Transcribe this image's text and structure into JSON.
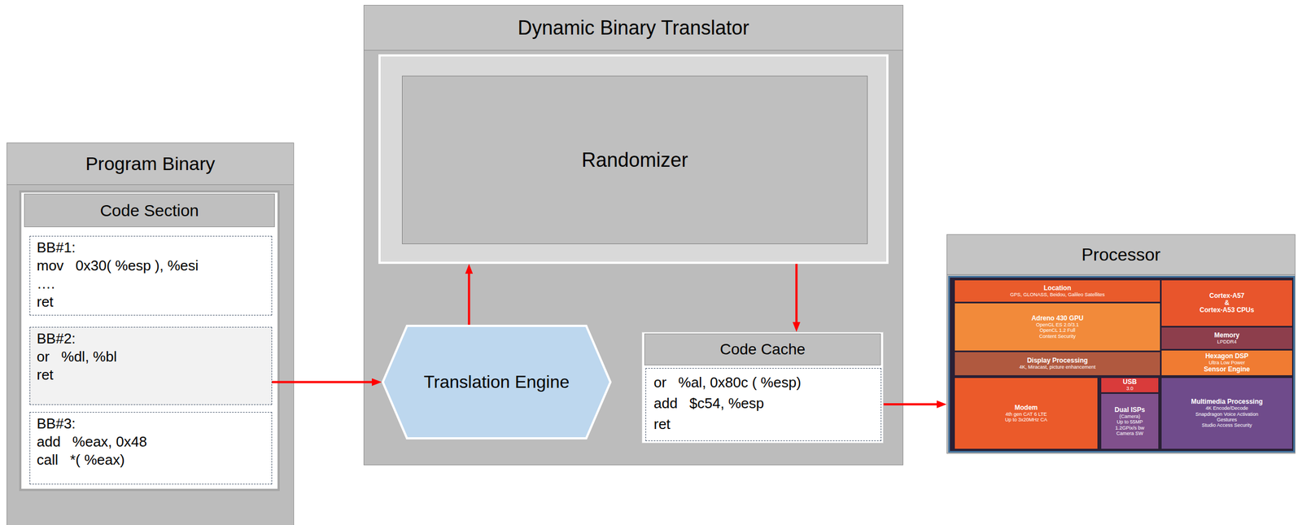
{
  "diagram": {
    "nodes": [
      {
        "text": [
          "Program Binary"
        ]
      },
      {
        "text": [
          "Code Section"
        ],
        "in": 0
      },
      {
        "text": [
          "BB#1:",
          "mov   0x30( %esp ), %esi",
          "….",
          "ret"
        ],
        "in": 1
      },
      {
        "text": [
          "BB#2:",
          "or   %dl, %bl",
          "ret"
        ],
        "in": 1
      },
      {
        "text": [
          "BB#3:",
          "add   %eax, 0x48",
          "call   *( %eax)"
        ],
        "in": 1
      },
      {
        "text": [
          "Dynamic Binary Translator"
        ]
      },
      {
        "text": [
          "Randomizer"
        ],
        "in": 5
      },
      {
        "text": [
          "Translation Engine"
        ],
        "in": 5
      },
      {
        "text": [
          "Code Cache",
          "or   %al, 0x80c ( %esp)",
          "add   $c54, %esp",
          "ret"
        ],
        "in": 5
      },
      {
        "text": [
          "Processor"
        ]
      }
    ],
    "edges": [
      {
        "from": 3,
        "to": 7,
        "arrow": "to"
      },
      {
        "from": 7,
        "to": 6,
        "arrow": "to"
      },
      {
        "from": 6,
        "to": 8,
        "arrow": "to"
      },
      {
        "from": 8,
        "to": 9,
        "arrow": "to"
      }
    ],
    "labels": [
      "Location",
      "GPS, GLONASS, Beidou, Galileo Satellites",
      "Adreno 430 GPU",
      "OpenGL ES 2.0/3.1",
      "OpenCL 1.2 Full",
      "Content Security",
      "Display Processing",
      "4K, Miracast, picture enhancement",
      "Modem",
      "4th gen CAT 6 LTE",
      "Up to 3x20MHz CA",
      "USB",
      "3.0",
      "Dual ISPs",
      "(Camera)",
      "Up to 55MP",
      "1.2GPix/s bw",
      "Camera SW",
      "Cortex-A57",
      "&",
      "Cortex-A53 CPUs",
      "Memory",
      "LPDDR4",
      "Hexagon DSP",
      "Ultra Low Power",
      "Sensor Engine",
      "Multimedia Processing",
      "4K Encode/Decode",
      "Snapdragon Voice Activation",
      "Gestures",
      "Studio Access Security"
    ]
  }
}
